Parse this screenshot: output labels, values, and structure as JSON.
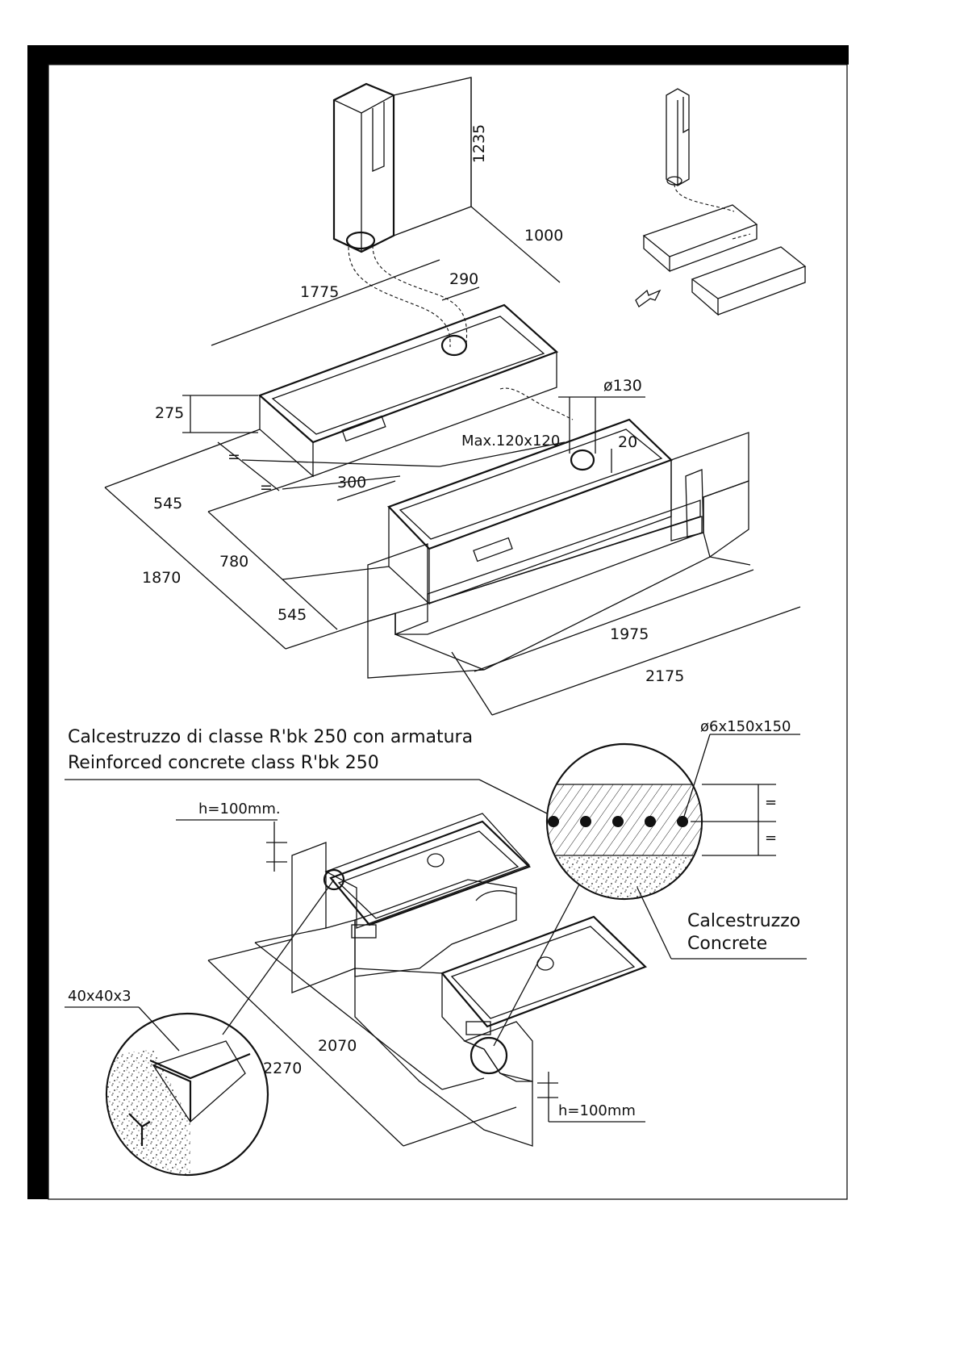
{
  "dimensions": {
    "height_1235": "1235",
    "d_1000": "1000",
    "d_1775": "1775",
    "d_290": "290",
    "d_275": "275",
    "d_130": "ø130",
    "max_opening": "Max.120x120",
    "d_20": "20",
    "equal_a": "=",
    "equal_b": "=",
    "d_300": "300",
    "d_545_top": "545",
    "d_780": "780",
    "d_1870": "1870",
    "d_545_bottom": "545",
    "d_1975": "1975",
    "d_2175": "2175",
    "d_2070": "2070",
    "d_2270": "2270",
    "profile": "40x40x3",
    "h_left": "h=100mm.",
    "h_right": "h=100mm",
    "rebar": "ø6x150x150",
    "equal_c": "=",
    "equal_d": "="
  },
  "labels": {
    "concrete_it_line1": "Calcestruzzo di classe R'bk 250 con armatura",
    "concrete_en_line1": "Reinforced concrete class R'bk 250",
    "concrete_it": "Calcestruzzo",
    "concrete_en": "Concrete"
  }
}
